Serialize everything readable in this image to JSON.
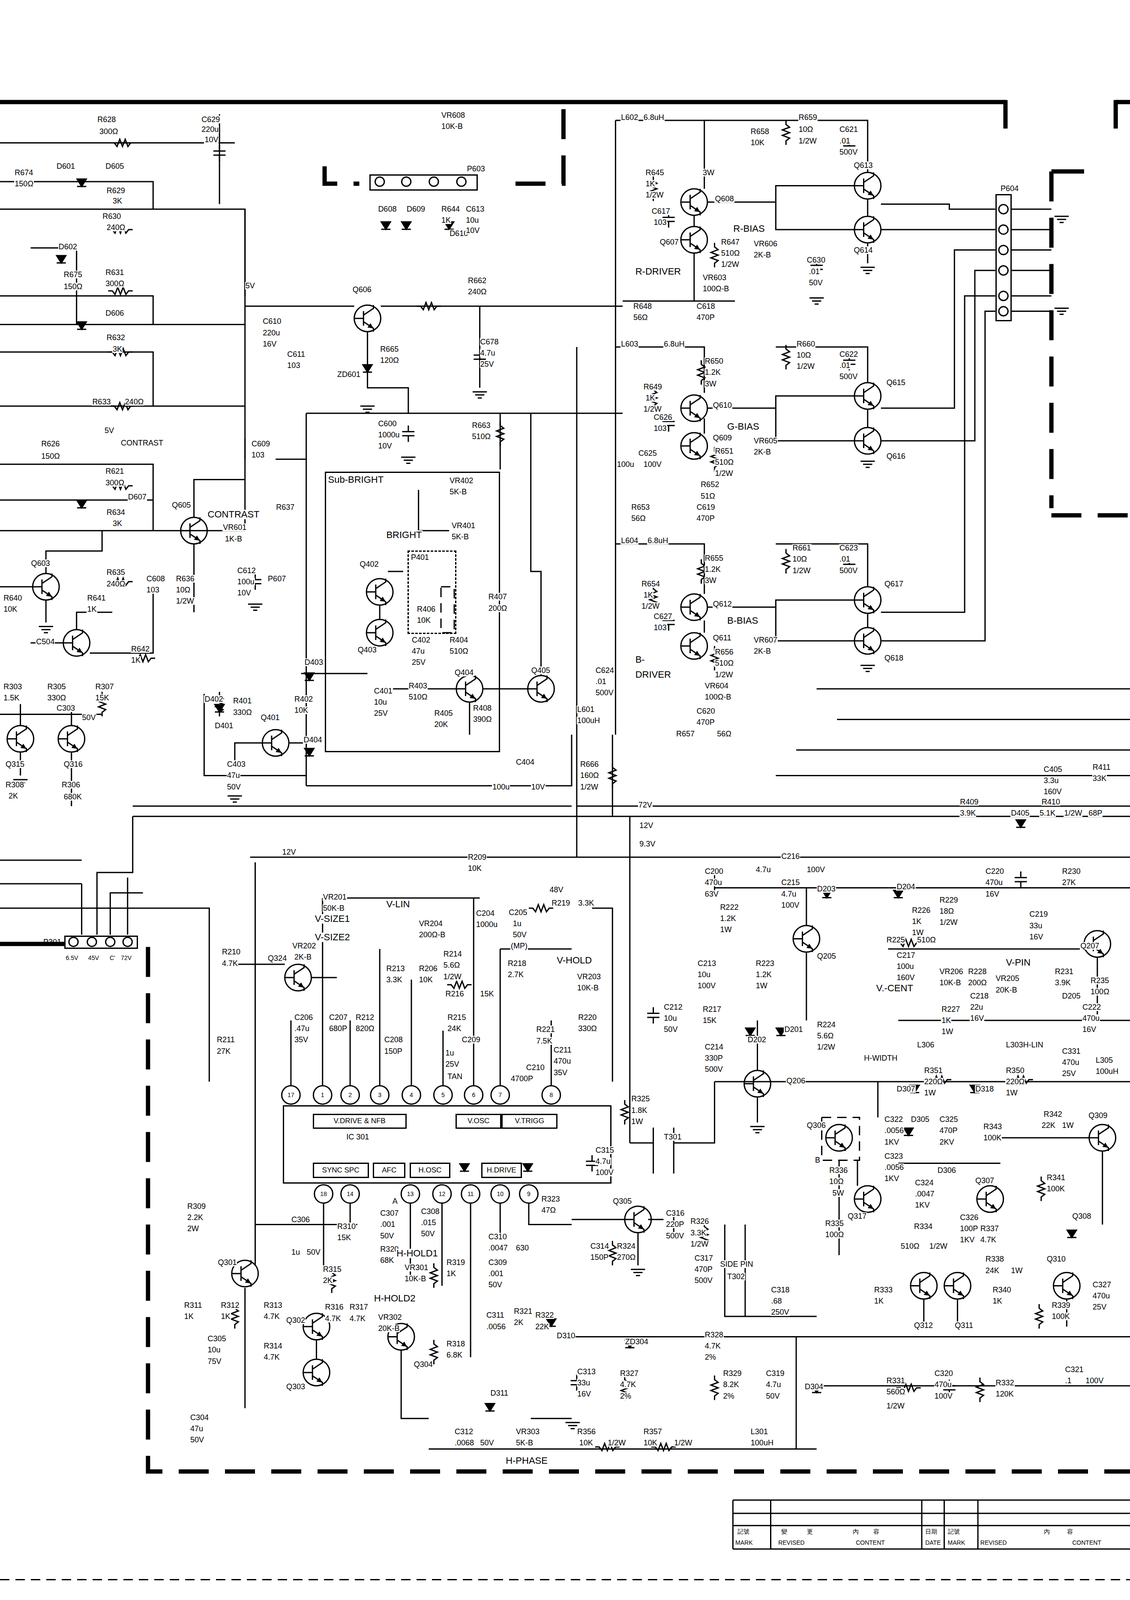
{
  "diagram": {
    "nodes": [
      {
        "text": [
          "Sub-BRIGHT"
        ]
      },
      {
        "text": [
          "P401"
        ],
        "in": 0
      },
      {
        "text": [
          "P603"
        ]
      },
      {
        "text": [
          "P604"
        ]
      },
      {
        "text": [
          "P301"
        ]
      },
      {
        "text": [
          "IC 301"
        ]
      },
      {
        "text": [
          "V.DRIVE & NFB"
        ],
        "in": 5
      },
      {
        "text": [
          "V.OSC"
        ],
        "in": 5
      },
      {
        "text": [
          "V.TRIGG"
        ],
        "in": 5
      },
      {
        "text": [
          "SYNC SPC"
        ],
        "in": 5
      },
      {
        "text": [
          "AFC"
        ],
        "in": 5
      },
      {
        "text": [
          "H.OSC"
        ],
        "in": 5
      },
      {
        "text": [
          "H.DRIVE"
        ],
        "in": 5
      }
    ],
    "labels": [
      "R628",
      "300Ω",
      "C629",
      "220u",
      "10V",
      "R674",
      "150Ω",
      "D601",
      "D605",
      "R629",
      "3K",
      "R630",
      "240Ω",
      "D602",
      "R675",
      "150Ω",
      "R631",
      "300Ω",
      "D606",
      "R632",
      "3K",
      "R633",
      "240Ω",
      "R626",
      "150Ω",
      "5V",
      "CONTRAST",
      "R621",
      "300Ω",
      "D607",
      "R634",
      "3K",
      "R635",
      "240Ω",
      "C608",
      "103",
      "R636",
      "10Ω",
      "1/2W",
      "Q605",
      "CONTRAST",
      "VR601",
      "1K-B",
      "R637",
      "C612",
      "100u",
      "10V",
      "P607",
      "Q603",
      "R640",
      "10K",
      "R641",
      "1K",
      "C504",
      "R642",
      "1K",
      "R303",
      "1.5K",
      "R305",
      "330Ω",
      "C303",
      "50V",
      "R307",
      "15K",
      "Q315",
      "Q316",
      "R308",
      "2K",
      "R306",
      "680K",
      "5V",
      "C609",
      "103",
      "C610",
      "220u",
      "16V",
      "C611",
      "103",
      "Q606",
      "R665",
      "120Ω",
      "ZD601",
      "C600",
      "1000u",
      "10V",
      "R662",
      "240Ω",
      "C678",
      "4.7u",
      "25V",
      "R663",
      "510Ω",
      "VR608",
      "10K-B",
      "D608",
      "D609",
      "R644",
      "1K",
      "D610",
      "C613",
      "10u",
      "10V",
      "VR402",
      "5K-B",
      "BRIGHT",
      "VR401",
      "5K-B",
      "Q402",
      "Q403",
      "R406",
      "10K",
      "R407",
      "200Ω",
      "C402",
      "47u",
      "25V",
      "R404",
      "510Ω",
      "Q404",
      "Q405",
      "C401",
      "10u",
      "25V",
      "R403",
      "510Ω",
      "R405",
      "20K",
      "R408",
      "390Ω",
      "D403",
      "D402",
      "R402",
      "10K",
      "R401",
      "330Ω",
      "Q401",
      "D404",
      "D401",
      "C403",
      "47u",
      "50V",
      "C404",
      "100u",
      "10V",
      "R666",
      "160Ω",
      "1/2W",
      "L602",
      "6.8uH",
      "R645",
      "1K",
      "1/2W",
      "3W",
      "Q608",
      "C617",
      "103",
      "Q607",
      "R647",
      "510Ω",
      "1/2W",
      "R-BIAS",
      "VR606",
      "2K-B",
      "R-DRIVER",
      "VR603",
      "100Ω-B",
      "R648",
      "56Ω",
      "C618",
      "470P",
      "R658",
      "10K",
      "R659",
      "10Ω",
      "1/2W",
      "C621",
      ".01",
      "500V",
      "Q613",
      "Q614",
      "C630",
      ".01",
      "50V",
      "L603",
      "6.8uH",
      "R650",
      "1.2K",
      "3W",
      "R649",
      "1K",
      "1/2W",
      "C626",
      "103",
      "Q610",
      "Q609",
      "G-BIAS",
      "VR605",
      "2K-B",
      "R651",
      "510Ω",
      "1/2W",
      "R652",
      "51Ω",
      "C625",
      "100u",
      "100V",
      "R653",
      "56Ω",
      "C619",
      "470P",
      "R660",
      "10Ω",
      "1/2W",
      "C622",
      ".01",
      "500V",
      "Q615",
      "Q616",
      "L604",
      "6.8uH",
      "R655",
      "1.2K",
      "3W",
      "R654",
      "1K",
      "1/2W",
      "C627",
      "103",
      "Q612",
      "Q611",
      "B-BIAS",
      "VR607",
      "2K-B",
      "R656",
      "510Ω",
      "1/2W",
      "B-",
      "DRIVER",
      "VR604",
      "100Ω-B",
      "C620",
      "470P",
      "C624",
      ".01",
      "500V",
      "L601",
      "100uH",
      "R657",
      "56Ω",
      "R661",
      "10Ω",
      "1/2W",
      "C623",
      ".01",
      "500V",
      "Q617",
      "Q618",
      "72V",
      "12V",
      "12V",
      "9.3V",
      "C405",
      "3.3u",
      "160V",
      "R409",
      "3.9K",
      "R410",
      "5.1K",
      "1/2W",
      "D405",
      "68P",
      "R411",
      "33K",
      "R209",
      "10K",
      "VR201",
      "50K-B",
      "V-LIN",
      "V-SIZE1",
      "V-SIZE2",
      "VR204",
      "200Ω-B",
      "C204",
      "1000u",
      "C205",
      "1u",
      "50V",
      "(MP)",
      "48V",
      "R219",
      "3.3K",
      "R214",
      "5.6Ω",
      "1/2W",
      "R213",
      "3.3K",
      "R206",
      "10K",
      "R216",
      "15K",
      "R218",
      "2.7K",
      "V-HOLD",
      "VR203",
      "10K-B",
      "R210",
      "4.7K",
      "Q324",
      "VR202",
      "2K-B",
      "C206",
      ".47u",
      "35V",
      "C207",
      "680P",
      "R212",
      "820Ω",
      "C208",
      "150P",
      "R211",
      "27K",
      "R215",
      "24K",
      "C209",
      "1u",
      "25V",
      "TAN",
      "R221",
      "7.5K",
      "R220",
      "330Ω",
      "C211",
      "470u",
      "35V",
      "C210",
      "4700P",
      "17",
      "1",
      "2",
      "3",
      "4",
      "5",
      "6",
      "7",
      "8",
      "18",
      "14",
      "13",
      "12",
      "11",
      "10",
      "9",
      "A",
      "C307",
      ".001",
      "50V",
      "C308",
      ".015",
      "50V",
      "R309",
      "2.2K",
      "2W",
      "C306",
      "1u",
      "50V",
      "R310",
      "15K",
      "R320",
      "68K",
      "R319",
      "1K",
      "H-HOLD1",
      "VR301",
      "10K-B",
      "H-HOLD2",
      "VR302",
      "20K-B",
      "R315",
      "2K",
      "R316",
      "4.7K",
      "R317",
      "4.7K",
      "Q301",
      "Q302",
      "Q303",
      "Q304",
      "R311",
      "1K",
      "R312",
      "1K",
      "R313",
      "4.7K",
      "R314",
      "4.7K",
      "C305",
      "10u",
      "75V",
      "C304",
      "47u",
      "50V",
      "R318",
      "6.8K",
      "C310",
      ".0047",
      "630",
      "C309",
      ".001",
      "50V",
      "C311",
      ".0056",
      "R321",
      "2K",
      "R322",
      "22K",
      "D310",
      "D311",
      "C312",
      ".0068",
      "50V",
      "VR303",
      "5K-B",
      "H-PHASE",
      "R356",
      "10K",
      "1/2W",
      "R357",
      "10K",
      "1/2W",
      "L301",
      "100uH",
      "C313",
      "33u",
      "16V",
      "R327",
      "4.7K",
      "2%",
      "ZD304",
      "R328",
      "4.7K",
      "2%",
      "R329",
      "8.2K",
      "2%",
      "C319",
      "4.7u",
      "50V",
      "D304",
      "R331",
      "560Ω",
      "1/2W",
      "C320",
      "470u",
      "100V",
      "R332",
      "120K",
      "C321",
      ".1",
      "100V",
      "R323",
      "47Ω",
      "R325",
      "1.8K",
      "1W",
      "C315",
      "4.7u",
      "100V",
      "T301",
      "Q305",
      "C314",
      "150P",
      "R324",
      "270Ω",
      "C316",
      "220P",
      "500V",
      "R326",
      "3.3K",
      "1/2W",
      "C317",
      "470P",
      "500V",
      "SIDE PIN",
      "T302",
      "C318",
      ".68",
      "250V",
      "Q306",
      "C322",
      ".0056",
      "1KV",
      "D305",
      "C325",
      "470P",
      "2KV",
      "C323",
      ".0056",
      "1KV",
      "C324",
      ".0047",
      "1KV",
      "D306",
      "R336",
      "10Ω",
      "5W",
      "B",
      "Q317",
      "R335",
      "100Ω",
      "C326",
      "100P",
      "1KV",
      "R334",
      "510Ω",
      "1/2W",
      "R343",
      "100K",
      "Q307",
      "R337",
      "4.7K",
      "R342",
      "22K",
      "1W",
      "Q309",
      "R341",
      "100K",
      "Q308",
      "R338",
      "24K",
      "1W",
      "Q310",
      "R340",
      "1K",
      "R339",
      "100K",
      "Q311",
      "Q312",
      "R333",
      "1K",
      "C327",
      "470u",
      "25V",
      "C200",
      "470u",
      "63V",
      "C216",
      "4.7u",
      "100V",
      "C215",
      "4.7u",
      "100V",
      "D203",
      "R222",
      "1.2K",
      "1W",
      "C213",
      "10u",
      "100V",
      "R223",
      "1.2K",
      "1W",
      "Q205",
      "C212",
      "10u",
      "50V",
      "R217",
      "15K",
      "D202",
      "D201",
      "R224",
      "5.6Ω",
      "1/2W",
      "C214",
      "330P",
      "500V",
      "Q206",
      "D204",
      "R229",
      "18Ω",
      "1/2W",
      "R226",
      "1K",
      "1W",
      "C220",
      "470u",
      "16V",
      "R230",
      "27K",
      "C219",
      "33u",
      "16V",
      "Q207",
      "R225",
      "510Ω",
      "C217",
      "100u",
      "160V",
      "V.-CENT",
      "VR206",
      "10K-B",
      "R228",
      "200Ω",
      "V-PIN",
      "VR205",
      "20K-B",
      "R231",
      "3.9K",
      "C218",
      "22u",
      "16V",
      "R227",
      "1K",
      "1W",
      "D205",
      "R235",
      "100Ω",
      "C222",
      "470u",
      "16V",
      "L306",
      "H-WIDTH",
      "L303H-LIN",
      "R351",
      "220Ω",
      "1W",
      "R350",
      "220Ω",
      "1W",
      "D307",
      "D318",
      "C331",
      "470u",
      "25V",
      "L305",
      "100uH",
      "6.5V",
      "45V",
      "C'",
      "72V",
      "記號",
      "MARK",
      "變",
      "更",
      "內",
      "容",
      "REVISED",
      "CONTENT",
      "日期",
      "DATE",
      "記號",
      "MARK",
      "REVISED",
      "內",
      "容",
      "CONTENT"
    ]
  }
}
